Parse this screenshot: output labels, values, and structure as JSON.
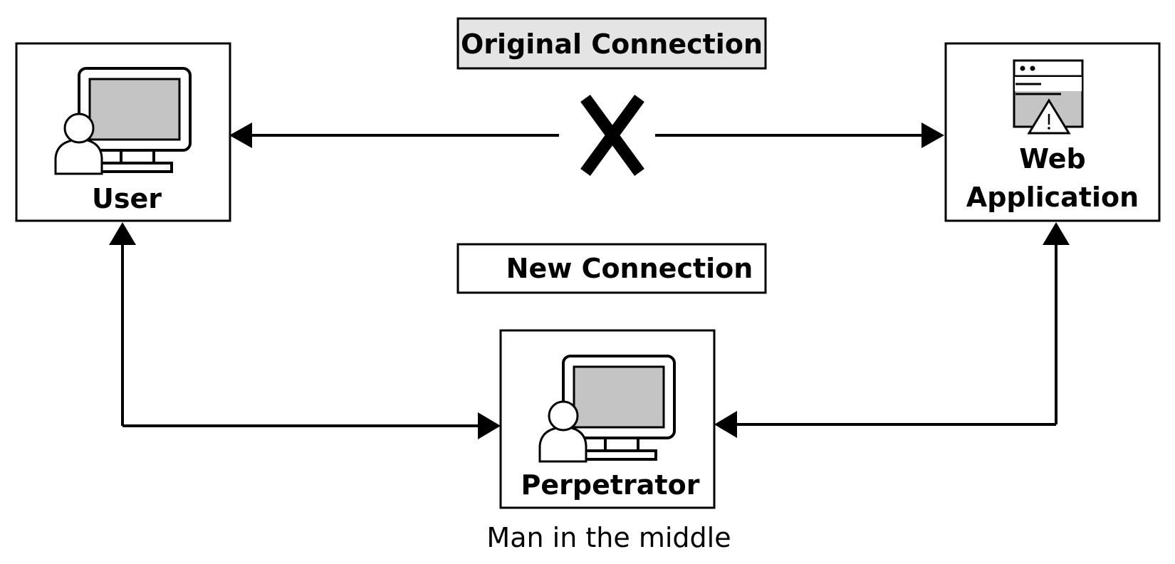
{
  "diagram": {
    "nodes": {
      "user": {
        "label": "User"
      },
      "web_app": {
        "label_line1": "Web",
        "label_line2": "Application"
      },
      "perpetrator": {
        "label": "Perpetrator",
        "caption": "Man in the middle"
      }
    },
    "connections": {
      "original": {
        "label": "Original Connection",
        "status": "broken"
      },
      "new": {
        "label": "New Connection"
      }
    },
    "colors": {
      "stroke": "#000000",
      "screen_fill": "#c4c4c4",
      "original_label_fill": "#e4e4e4",
      "background": "#ffffff"
    },
    "icons": {
      "user": "user-at-computer-icon",
      "web_app": "browser-window-warning-icon",
      "perpetrator": "user-at-computer-icon",
      "break": "x-mark-icon"
    }
  }
}
